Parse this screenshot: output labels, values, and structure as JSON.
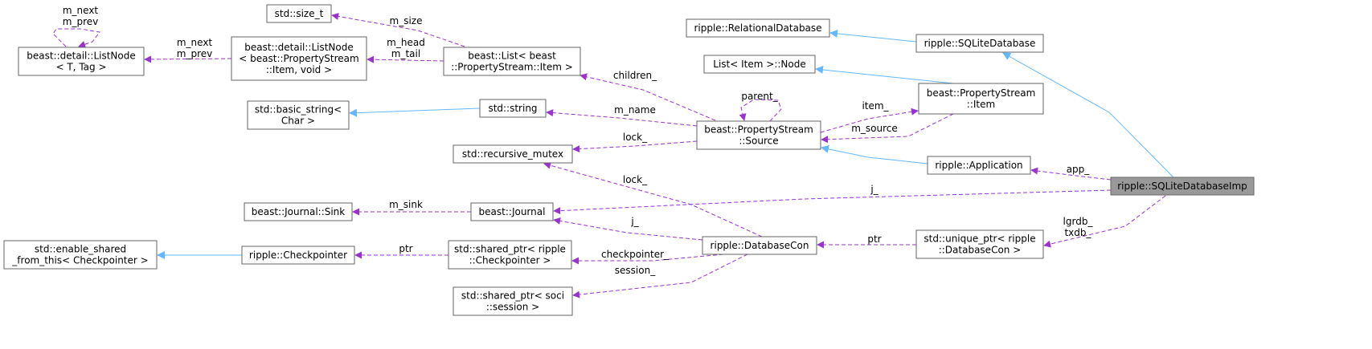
{
  "diagram": {
    "nodes": [
      {
        "id": "listnode_tag",
        "lines": [
          "beast::detail::ListNode",
          "< T, Tag >"
        ]
      },
      {
        "id": "size_t",
        "lines": [
          "std::size_t"
        ]
      },
      {
        "id": "listnode_item",
        "lines": [
          "beast::detail::ListNode",
          "< beast::PropertyStream",
          "::Item, void >"
        ]
      },
      {
        "id": "list_item",
        "lines": [
          "beast::List< beast",
          "::PropertyStream::Item >"
        ]
      },
      {
        "id": "basic_string",
        "lines": [
          "std::basic_string<",
          "Char >"
        ]
      },
      {
        "id": "std_string",
        "lines": [
          "std::string"
        ]
      },
      {
        "id": "recursive_mutex",
        "lines": [
          "std::recursive_mutex"
        ]
      },
      {
        "id": "ps_source",
        "lines": [
          "beast::PropertyStream",
          "::Source"
        ]
      },
      {
        "id": "relational_db",
        "lines": [
          "ripple::RelationalDatabase"
        ]
      },
      {
        "id": "sqlite_db",
        "lines": [
          "ripple::SQLiteDatabase"
        ]
      },
      {
        "id": "list_node",
        "lines": [
          "List< Item >::Node"
        ]
      },
      {
        "id": "ps_item",
        "lines": [
          "beast::PropertyStream",
          "::Item"
        ]
      },
      {
        "id": "application",
        "lines": [
          "ripple::Application"
        ]
      },
      {
        "id": "sqlite_db_imp",
        "lines": [
          "ripple::SQLiteDatabaseImp"
        ],
        "focus": true
      },
      {
        "id": "journal_sink",
        "lines": [
          "beast::Journal::Sink"
        ]
      },
      {
        "id": "journal",
        "lines": [
          "beast::Journal"
        ]
      },
      {
        "id": "enable_shared",
        "lines": [
          "std::enable_shared",
          "_from_this< Checkpointer >"
        ]
      },
      {
        "id": "checkpointer",
        "lines": [
          "ripple::Checkpointer"
        ]
      },
      {
        "id": "sp_checkpointer",
        "lines": [
          "std::shared_ptr< ripple",
          "::Checkpointer >"
        ]
      },
      {
        "id": "database_con",
        "lines": [
          "ripple::DatabaseCon"
        ]
      },
      {
        "id": "up_database_con",
        "lines": [
          "std::unique_ptr< ripple",
          "::DatabaseCon >"
        ]
      },
      {
        "id": "sp_soci_session",
        "lines": [
          "std::shared_ptr< soci",
          "::session >"
        ]
      }
    ],
    "edges": [
      {
        "id": "e_listnode_self",
        "from": "listnode_tag",
        "to": "listnode_tag",
        "kind": "usage",
        "label": [
          "m_next",
          "m_prev"
        ]
      },
      {
        "id": "e_listnode_item_to_tag",
        "from": "listnode_item",
        "to": "listnode_tag",
        "kind": "usage",
        "label": [
          "m_next",
          "m_prev"
        ]
      },
      {
        "id": "e_list_to_size",
        "from": "list_item",
        "to": "size_t",
        "kind": "usage",
        "label": [
          "m_size"
        ]
      },
      {
        "id": "e_list_to_listnode",
        "from": "list_item",
        "to": "listnode_item",
        "kind": "usage",
        "label": [
          "m_head",
          "m_tail"
        ]
      },
      {
        "id": "e_source_to_list",
        "from": "ps_source",
        "to": "list_item",
        "kind": "usage",
        "label": [
          "children_"
        ]
      },
      {
        "id": "e_string_to_basic",
        "from": "std_string",
        "to": "basic_string",
        "kind": "inherit",
        "label": []
      },
      {
        "id": "e_source_to_string",
        "from": "ps_source",
        "to": "std_string",
        "kind": "usage",
        "label": [
          "m_name"
        ]
      },
      {
        "id": "e_source_self",
        "from": "ps_source",
        "to": "ps_source",
        "kind": "usage",
        "label": [
          "parent_"
        ]
      },
      {
        "id": "e_source_to_item",
        "from": "ps_source",
        "to": "ps_item",
        "kind": "usage",
        "label": [
          "item_"
        ]
      },
      {
        "id": "e_item_to_source",
        "from": "ps_item",
        "to": "ps_source",
        "kind": "usage",
        "label": [
          "m_source"
        ]
      },
      {
        "id": "e_source_to_mutex",
        "from": "ps_source",
        "to": "recursive_mutex",
        "kind": "usage",
        "label": [
          "lock_"
        ]
      },
      {
        "id": "e_dbcon_to_mutex",
        "from": "database_con",
        "to": "recursive_mutex",
        "kind": "usage",
        "label": [
          "lock_"
        ]
      },
      {
        "id": "e_sqlite_to_relational",
        "from": "sqlite_db",
        "to": "relational_db",
        "kind": "inherit",
        "label": []
      },
      {
        "id": "e_item_to_listnode",
        "from": "ps_item",
        "to": "list_node",
        "kind": "inherit",
        "label": []
      },
      {
        "id": "e_app_to_source",
        "from": "application",
        "to": "ps_source",
        "kind": "inherit",
        "label": []
      },
      {
        "id": "e_imp_to_sqlite",
        "from": "sqlite_db_imp",
        "to": "sqlite_db",
        "kind": "inherit",
        "label": []
      },
      {
        "id": "e_imp_to_app",
        "from": "sqlite_db_imp",
        "to": "application",
        "kind": "usage",
        "label": [
          "app_"
        ]
      },
      {
        "id": "e_imp_to_journal",
        "from": "sqlite_db_imp",
        "to": "journal",
        "kind": "usage",
        "label": [
          "j_"
        ]
      },
      {
        "id": "e_journal_to_sink",
        "from": "journal",
        "to": "journal_sink",
        "kind": "usage",
        "label": [
          "m_sink"
        ]
      },
      {
        "id": "e_dbcon_to_journal",
        "from": "database_con",
        "to": "journal",
        "kind": "usage",
        "label": [
          "j_"
        ]
      },
      {
        "id": "e_checkpointer_to_enable",
        "from": "checkpointer",
        "to": "enable_shared",
        "kind": "inherit",
        "label": []
      },
      {
        "id": "e_sp_to_checkpointer",
        "from": "sp_checkpointer",
        "to": "checkpointer",
        "kind": "usage",
        "label": [
          "ptr"
        ]
      },
      {
        "id": "e_dbcon_to_sp_checkpointer",
        "from": "database_con",
        "to": "sp_checkpointer",
        "kind": "usage",
        "label": [
          "checkpointer_"
        ]
      },
      {
        "id": "e_dbcon_to_sp_session",
        "from": "database_con",
        "to": "sp_soci_session",
        "kind": "usage",
        "label": [
          "session_"
        ]
      },
      {
        "id": "e_up_to_dbcon",
        "from": "up_database_con",
        "to": "database_con",
        "kind": "usage",
        "label": [
          "ptr"
        ]
      },
      {
        "id": "e_imp_to_up",
        "from": "sqlite_db_imp",
        "to": "up_database_con",
        "kind": "usage",
        "label": [
          "lgrdb_",
          "txdb_"
        ]
      }
    ],
    "colors": {
      "usage_edge": "#9a32cd",
      "inherit_edge": "#63b8ff",
      "node_border": "#666666",
      "focus_fill": "#999999"
    }
  }
}
